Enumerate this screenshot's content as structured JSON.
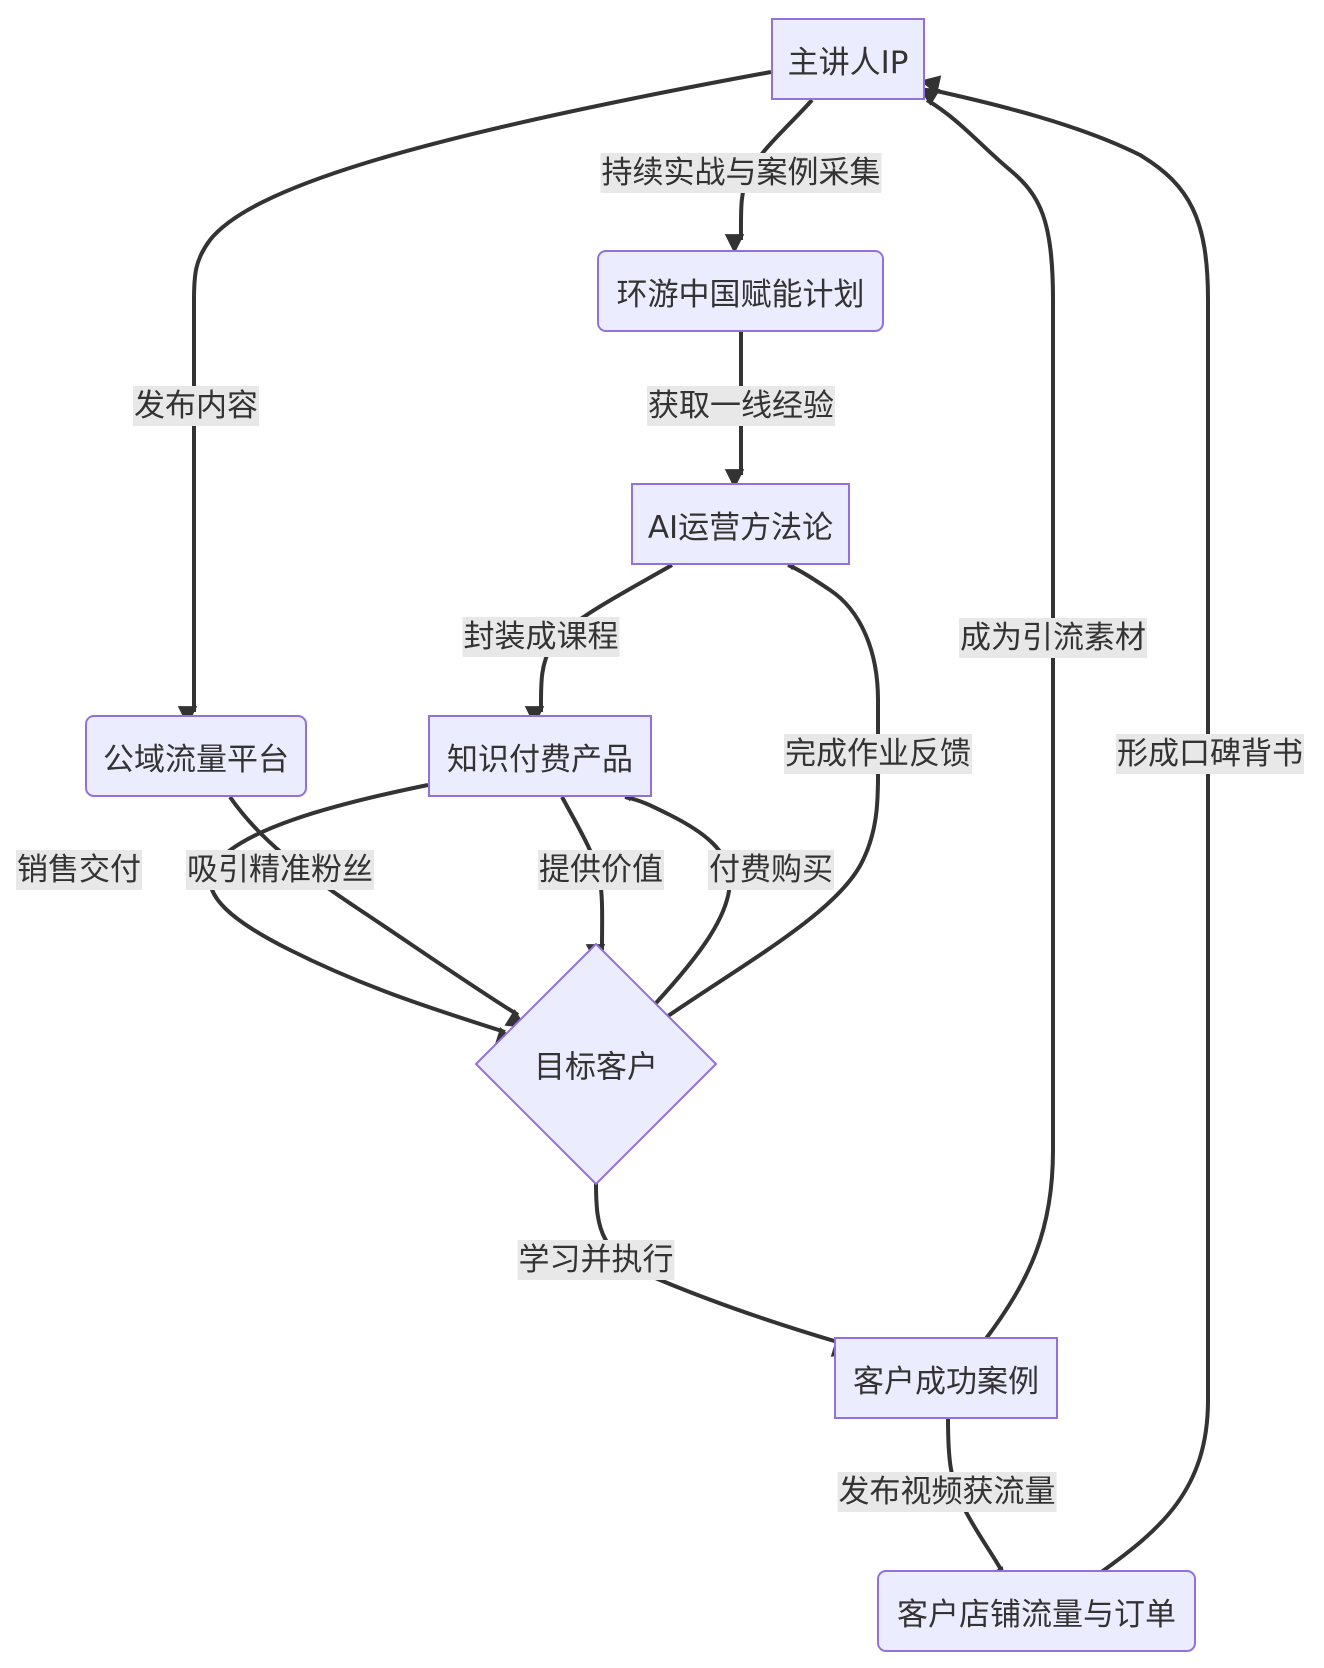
{
  "nodes": {
    "ip": "主讲人IP",
    "tour": "环游中国赋能计划",
    "method": "AI运营方法论",
    "product": "知识付费产品",
    "platform": "公域流量平台",
    "customer": "目标客户",
    "success": "客户成功案例",
    "shop": "客户店铺流量与订单"
  },
  "edges": {
    "practice": "持续实战与案例采集",
    "experience": "获取一线经验",
    "package": "封装成课程",
    "publish": "发布内容",
    "attract": "吸引精准粉丝",
    "sell": "销售交付",
    "value": "提供价值",
    "pay": "付费购买",
    "feedback": "完成作业反馈",
    "execute": "学习并执行",
    "video": "发布视频获流量",
    "material": "成为引流素材",
    "endorse": "形成口碑背书"
  },
  "colors": {
    "node_fill": "#ececff",
    "node_stroke": "#9370db",
    "edge": "#333333",
    "label_bg": "#e8e8e8"
  }
}
